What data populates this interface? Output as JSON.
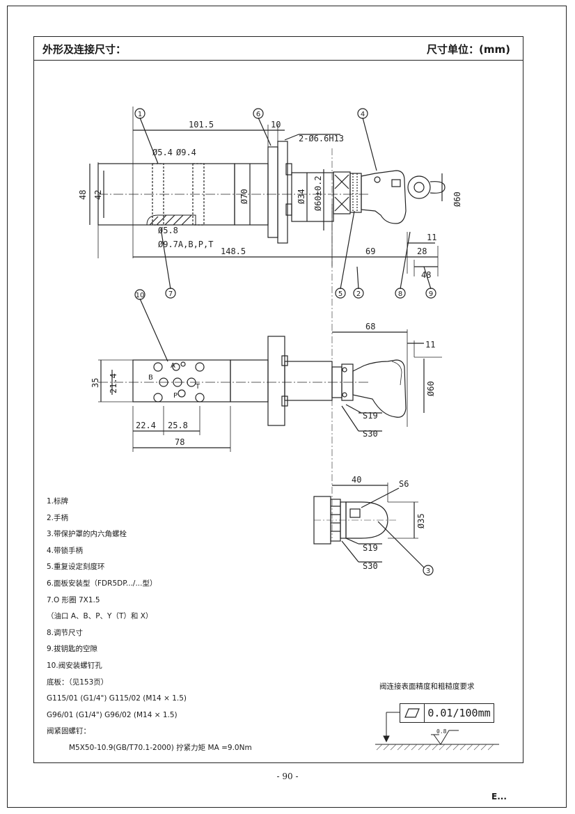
{
  "header": {
    "left_title": "外形及连接尺寸：",
    "right_title": "尺寸单位：(mm)"
  },
  "drawing": {
    "top_view": {
      "dims": [
        "101.5",
        "10",
        "2-Ø6.6H13",
        "Ø5.4",
        "Ø9.4",
        "48",
        "42",
        "Ø70",
        "Ø34",
        "Ø60±0.2",
        "Ø60",
        "Ø5.8",
        "Ø9.7A,B,P,T",
        "148.5",
        "69",
        "28",
        "11",
        "48"
      ],
      "callouts": [
        "1",
        "6",
        "4",
        "7",
        "5",
        "2",
        "8",
        "9"
      ]
    },
    "front_view": {
      "dims": [
        "68",
        "11",
        "35",
        "21.4",
        "Ø60",
        "22.4",
        "25.8",
        "78",
        "S19",
        "S30"
      ],
      "port_labels": [
        "A",
        "B",
        "P",
        "T"
      ],
      "callouts": [
        "10",
        "7"
      ]
    },
    "side_view": {
      "dims": [
        "40",
        "S6",
        "Ø35",
        "S19",
        "S30"
      ],
      "callouts": [
        "3"
      ]
    }
  },
  "notes": [
    "1.标牌",
    "2.手柄",
    "3.带保护罩的内六角螺栓",
    "4.带锁手柄",
    "5.重复设定刻度环",
    "6.面板安装型（FDR5DP.../...型）",
    "7.O 形圈 7X1.5",
    "（油口 A、B、P、Y（T）和 X）",
    "8.调节尺寸",
    "9.拔钥匙的空隙",
    "10.阀安装螺钉孔",
    "底板：（见153页）",
    "G115/01 (G1/4\")     G115/02 (M14 × 1.5)",
    "G96/01 (G1/4\")      G96/02 (M14 × 1.5)",
    "阀紧固螺钉：",
    "M5X50-10.9(GB/T70.1-2000)   拧紧力矩   MA =9.0Nm"
  ],
  "surface_requirements": {
    "title": "阀连接表面精度和粗糙度要求",
    "tolerance_value": "0.01/100mm",
    "roughness_value": "0.8"
  },
  "footer": {
    "page_number": "- 90 -",
    "corner_mark": "E..."
  }
}
